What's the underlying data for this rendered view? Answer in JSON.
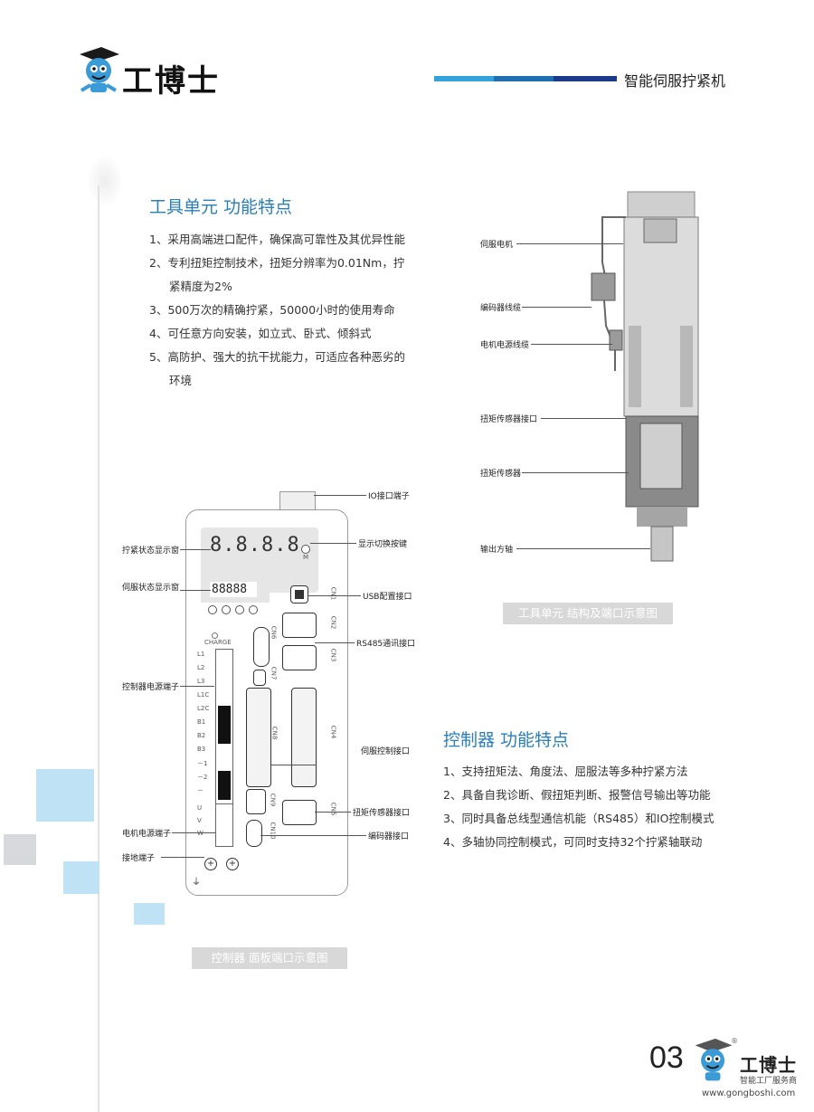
{
  "header": {
    "logo_text": "工博士",
    "title": "智能伺服拧紧机",
    "bar_colors": [
      "#33a3dc",
      "#1f6fb2",
      "#1b3a8c"
    ]
  },
  "tool_section": {
    "heading": "工具单元 功能特点",
    "features": [
      "1、采用高端进口配件，确保高可靠性及其优异性能",
      "2、专利扭矩控制技术，扭矩分辨率为0.01Nm，拧",
      "紧精度为2%",
      "3、500万次的精确拧紧，50000小时的使用寿命",
      "4、可任意方向安装，如立式、卧式、倾斜式",
      "5、高防护、强大的抗干扰能力，可适应各种恶劣的",
      "环境"
    ],
    "diagram_labels": [
      "伺服电机",
      "编码器线缆",
      "电机电源线缆",
      "扭矩传感器接口",
      "扭矩传感器",
      "输出方轴"
    ],
    "caption": "工具单元 结构及端口示意图"
  },
  "controller_section": {
    "heading": "控制器 功能特点",
    "features": [
      "1、支持扭矩法、角度法、屈服法等多种拧紧方法",
      "2、具备自我诊断、假扭矩判断、报警信号输出等功能",
      "3、同时具备总线型通信机能（RS485）和IO控制模式",
      "4、多轴协同控制模式，可同时支持32个拧紧轴联动"
    ],
    "panel_labels_left": [
      "拧紧状态显示窗",
      "伺服状态显示窗",
      "控制器电源端子",
      "电机电源端子",
      "接地端子"
    ],
    "panel_labels_right": [
      "IO接口端子",
      "显示切换按键",
      "USB配置接口",
      "RS485通讯接口",
      "伺服控制接口",
      "扭矩传感器接口",
      "编码器接口"
    ],
    "caption": "控制器 面板端口示意图",
    "panel": {
      "lcd_digits": "8.8.8.8.",
      "small_digits": "88888",
      "m_key": "M",
      "charge": "CHARGE",
      "cn_labels": [
        "CN1",
        "CN2",
        "CN3",
        "CN4",
        "CN5",
        "CN6",
        "CN7",
        "CN8",
        "CN9",
        "CN10"
      ],
      "terminals_top": [
        "L1",
        "L2",
        "L3",
        "L1C",
        "L2C",
        "B1",
        "B2",
        "B3",
        "－1",
        "－2",
        "－"
      ],
      "terminals_bottom": [
        "U",
        "V",
        "W"
      ]
    }
  },
  "footer": {
    "page_number": "03",
    "brand": "工博士",
    "tagline": "智能工厂服务商",
    "url": "www.gongboshi.com",
    "registered": "®"
  }
}
